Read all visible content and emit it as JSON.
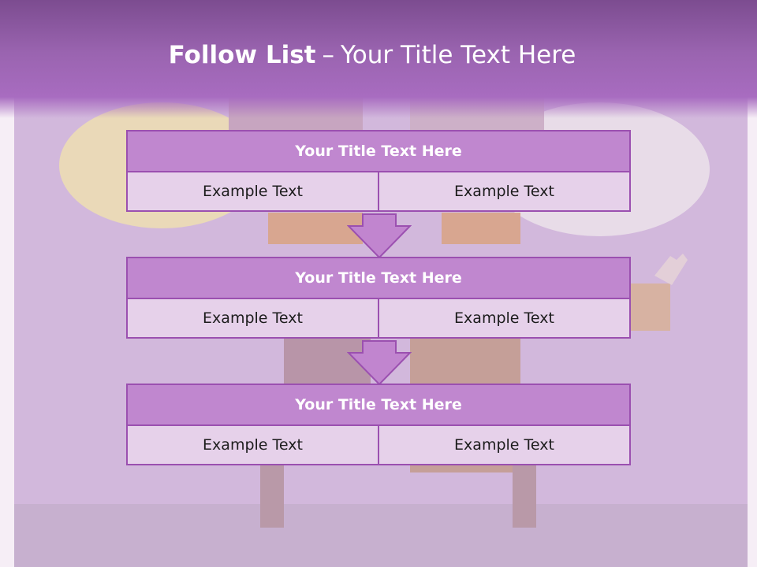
{
  "slide": {
    "title_bold": "Follow List",
    "title_separator": "–",
    "title_rest": "Your Title Text Here"
  },
  "steps": [
    {
      "title": "Your Title Text Here",
      "left": "Example Text",
      "right": "Example Text"
    },
    {
      "title": "Your Title Text Here",
      "left": "Example Text",
      "right": "Example Text"
    },
    {
      "title": "Your Title Text Here",
      "left": "Example Text",
      "right": "Example Text"
    }
  ],
  "colors": {
    "header": "#a86cc0",
    "box_title_fill": "#c087cf",
    "box_border": "#9b50b0",
    "box_cell_fill": "#e6d1ea",
    "arrow_fill": "#c185cf"
  },
  "icons": [
    "down-arrow-icon"
  ]
}
